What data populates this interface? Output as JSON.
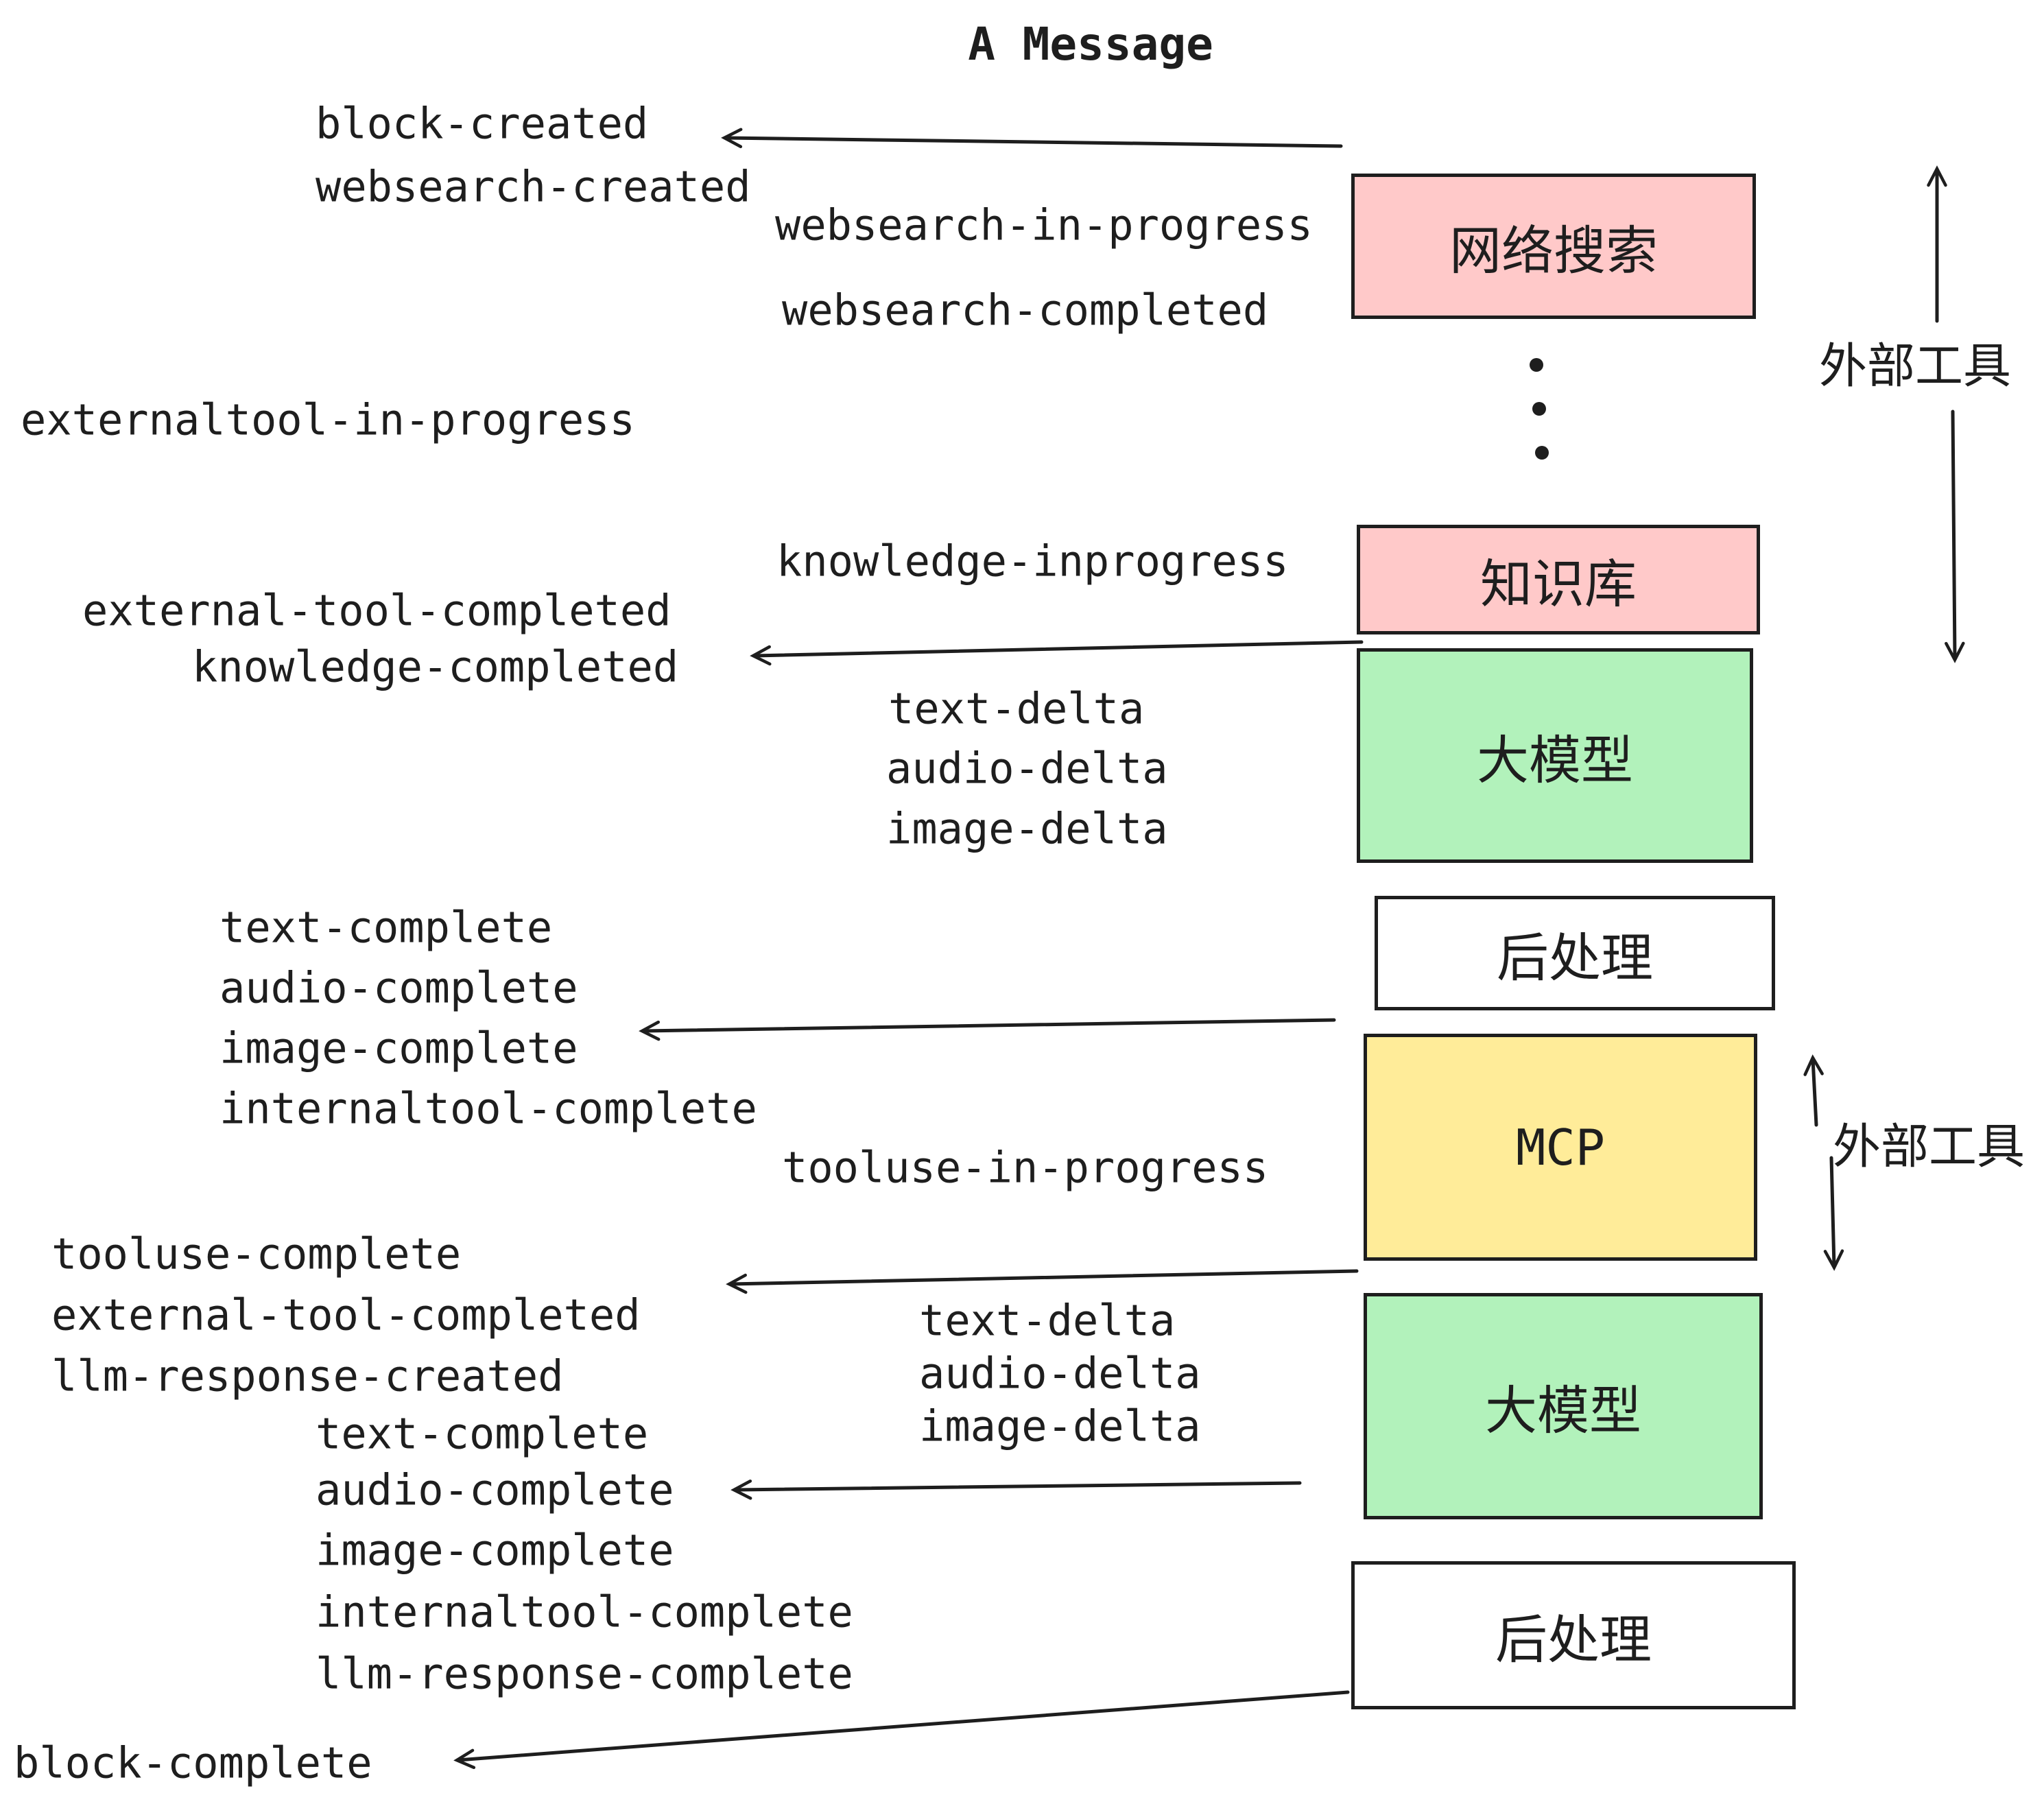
{
  "title": "A Message",
  "colors": {
    "external_tool_box": "#ffc9c9",
    "llm_box": "#b2f2bb",
    "mcp_box": "#ffec99",
    "postprocess_box": "#ffffff",
    "stroke": "#1e1e1e"
  },
  "nodes": {
    "websearch": "网络搜索",
    "knowledge": "知识库",
    "llm1": "大模型",
    "post1": "后处理",
    "mcp": "MCP",
    "llm2": "大模型",
    "post2": "后处理"
  },
  "annotations": {
    "external_tools_top": "外部工具",
    "external_tools_mcp": "外部工具"
  },
  "events": [
    "block-created",
    "websearch-created",
    "websearch-in-progress",
    "websearch-completed",
    "externaltool-in-progress",
    "knowledge-inprogress",
    "external-tool-completed",
    "knowledge-completed",
    "text-delta",
    "audio-delta",
    "image-delta",
    "text-complete",
    "audio-complete",
    "image-complete",
    "internaltool-complete",
    "tooluse-in-progress",
    "tooluse-complete",
    "external-tool-completed",
    "llm-response-created",
    "text-complete",
    "audio-complete",
    "image-complete",
    "internaltool-complete",
    "llm-response-complete",
    "text-delta",
    "audio-delta",
    "image-delta",
    "block-complete"
  ]
}
